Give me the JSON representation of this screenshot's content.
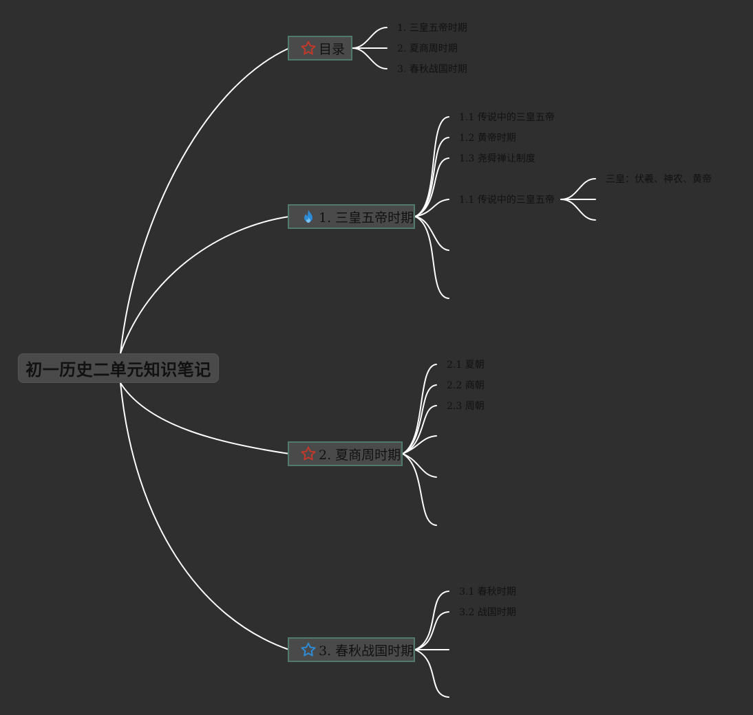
{
  "root": {
    "label": "初一历史二单元知识笔记"
  },
  "topics": [
    {
      "label": "目录",
      "icon": "star-icon",
      "icon_color": "#c0392b",
      "children": [
        "1. 三皇五帝时期",
        "2. 夏商周时期",
        "3. 春秋战国时期"
      ]
    },
    {
      "label": "1. 三皇五帝时期",
      "icon": "fire-icon",
      "icon_color": "#2e8bd6",
      "children": [
        "1.1 传说中的三皇五帝",
        "1.2 黄帝时期",
        "1.3 尧舜禅让制度",
        "1.1 传说中的三皇五帝"
      ],
      "grandchildren": [
        "三皇：伏羲、神农、黄帝"
      ]
    },
    {
      "label": "2. 夏商周时期",
      "icon": "star-icon",
      "icon_color": "#c0392b",
      "children": [
        "2.1 夏朝",
        "2.2 商朝",
        "2.3 周朝"
      ]
    },
    {
      "label": "3. 春秋战国时期",
      "icon": "star-icon",
      "icon_color": "#2e8bd6",
      "children": [
        "3.1 春秋时期",
        "3.2 战国时期"
      ]
    }
  ],
  "colors": {
    "background": "#2f2f2f",
    "connector": "#ffffff",
    "node_fill": "#4a4a4a",
    "node_border": "#4f7a6d"
  }
}
